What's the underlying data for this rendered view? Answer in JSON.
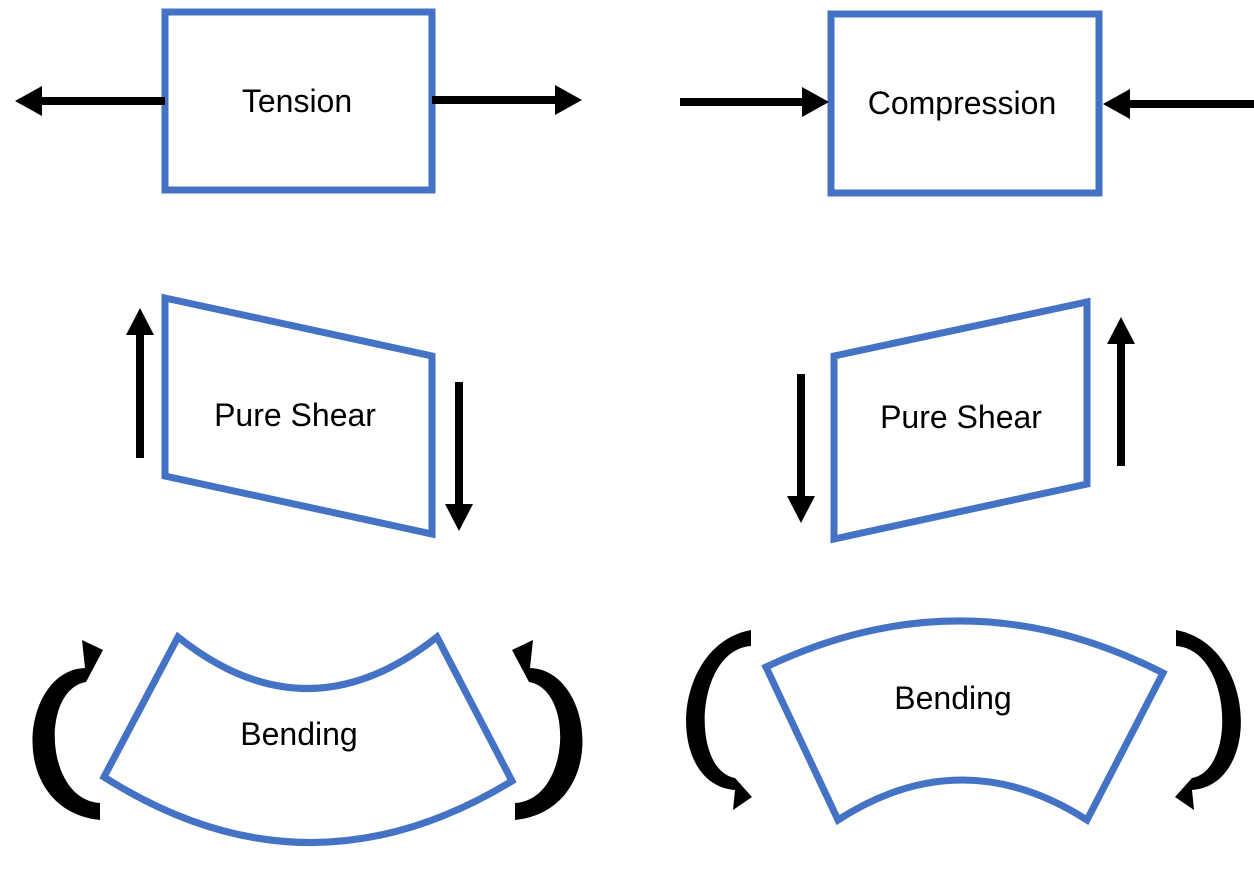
{
  "colors": {
    "shape_stroke": "#4472c4",
    "arrow": "#000000",
    "background": "#ffffff"
  },
  "panels": {
    "tension": {
      "label": "Tension"
    },
    "compression": {
      "label": "Compression"
    },
    "shear_left": {
      "label": "Pure Shear"
    },
    "shear_right": {
      "label": "Pure Shear"
    },
    "bending_left": {
      "label": "Bending"
    },
    "bending_right": {
      "label": "Bending"
    }
  }
}
